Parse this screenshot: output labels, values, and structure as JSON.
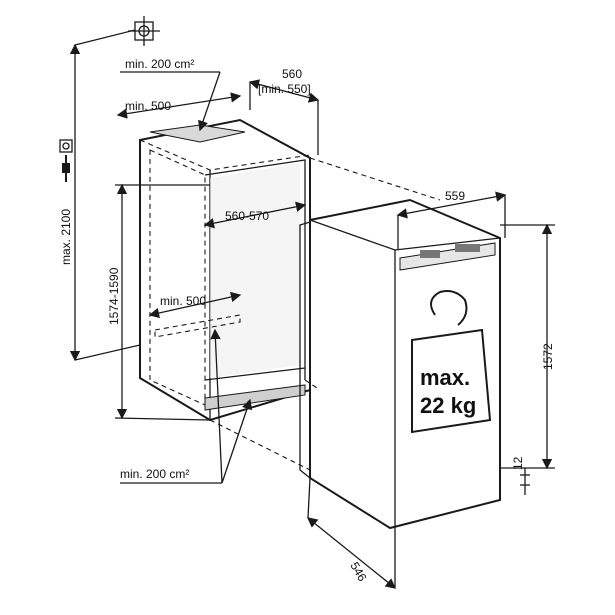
{
  "labels": {
    "top_vent": "min. 200 cm²",
    "depth_top": "560",
    "depth_top_min": "[min. 550]",
    "top_min_width": "min. 500",
    "inner_width": "560-570",
    "bottom_min_width": "min. 500",
    "height_range": "1574-1590",
    "max_height": "max. 2100",
    "bottom_vent": "min. 200 cm²",
    "unit_width": "559",
    "unit_height": "1572",
    "unit_depth": "546",
    "small_gap": "12",
    "weight_line1": "max.",
    "weight_line2": "22 kg"
  },
  "icons": {
    "top": "crosshair-icon",
    "socket": "power-socket-icon",
    "plug": "plug-icon",
    "weight": "weight-icon"
  }
}
